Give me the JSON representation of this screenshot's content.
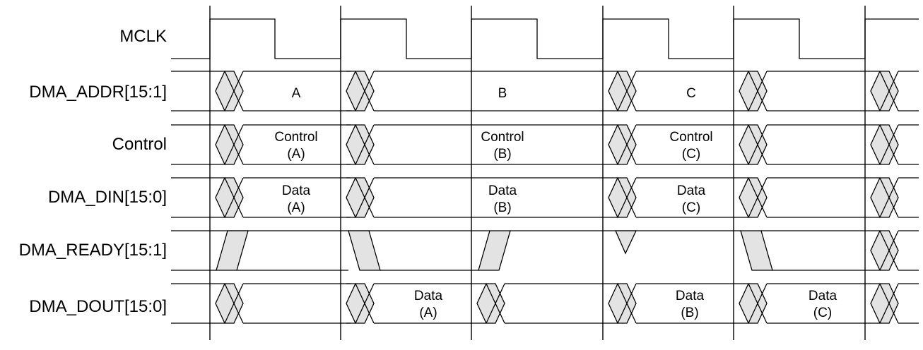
{
  "signals": [
    {
      "id": "mclk",
      "label": "MCLK"
    },
    {
      "id": "addr",
      "label": "DMA_ADDR[15:1]"
    },
    {
      "id": "ctrl",
      "label": "Control"
    },
    {
      "id": "din",
      "label": "DMA_DIN[15:0]"
    },
    {
      "id": "ready",
      "label": "DMA_READY[15:1]"
    },
    {
      "id": "dout",
      "label": "DMA_DOUT[15:0]"
    }
  ],
  "bus_values": {
    "addr": [
      {
        "lines": [
          "A"
        ]
      },
      {
        "lines": [
          "B"
        ]
      },
      {
        "lines": [
          "C"
        ]
      }
    ],
    "ctrl": [
      {
        "lines": [
          "Control",
          "(A)"
        ]
      },
      {
        "lines": [
          "Control",
          "(B)"
        ]
      },
      {
        "lines": [
          "Control",
          "(C)"
        ]
      }
    ],
    "din": [
      {
        "lines": [
          "Data",
          "(A)"
        ]
      },
      {
        "lines": [
          "Data",
          "(B)"
        ]
      },
      {
        "lines": [
          "Data",
          "(C)"
        ]
      }
    ],
    "dout": [
      {
        "lines": [
          "Data",
          "(A)"
        ]
      },
      {
        "lines": [
          "Data",
          "(B)"
        ]
      },
      {
        "lines": [
          "Data",
          "(C)"
        ]
      }
    ]
  },
  "colors": {
    "line": "#000000",
    "transition_fill": "#e3e3e3"
  }
}
